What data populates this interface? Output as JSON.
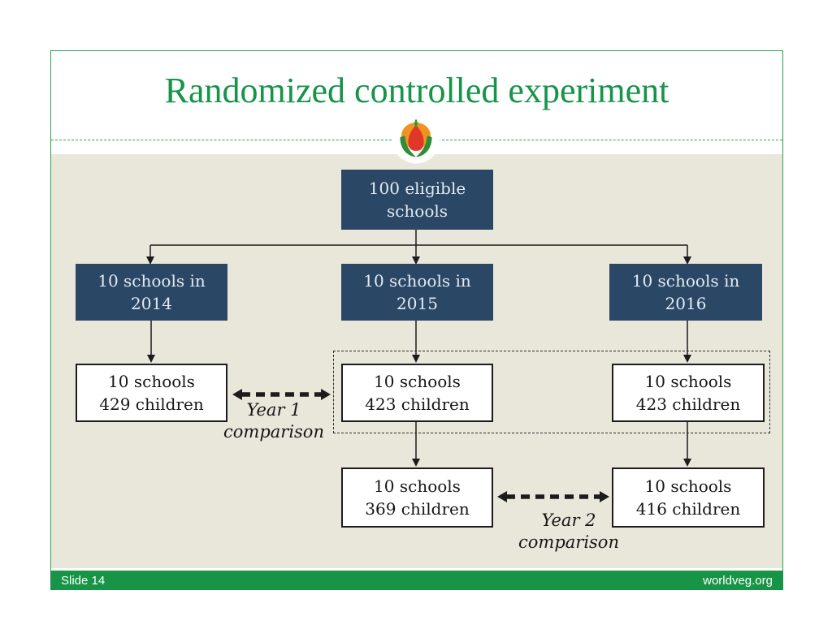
{
  "slide": {
    "title": "Randomized controlled experiment",
    "slide_number": "Slide 14",
    "website": "worldveg.org"
  },
  "logo": {
    "name": "worldveg-flower-logo"
  },
  "colors": {
    "brand_green": "#189447",
    "border_green": "#2aa254",
    "title_green": "#169449",
    "navy_box": "#2a4765",
    "content_beige": "#e9e6da",
    "logo_orange": "#f0941f",
    "logo_red": "#e1372b",
    "logo_green": "#2f8d3a"
  },
  "flowchart": {
    "root": {
      "line1": "100 eligible",
      "line2": "schools"
    },
    "year_boxes": [
      {
        "line1": "10 schools in",
        "line2": "2014"
      },
      {
        "line1": "10 schools in",
        "line2": "2015"
      },
      {
        "line1": "10 schools in",
        "line2": "2016"
      }
    ],
    "row1_boxes": [
      {
        "line1": "10 schools",
        "line2": "429 children"
      },
      {
        "line1": "10 schools",
        "line2": "423 children"
      },
      {
        "line1": "10 schools",
        "line2": "423 children"
      }
    ],
    "row2_boxes": [
      {
        "line1": "10 schools",
        "line2": "369 children"
      },
      {
        "line1": "10 schools",
        "line2": "416 children"
      }
    ],
    "labels": [
      {
        "line1": "Year 1",
        "line2": "comparison"
      },
      {
        "line1": "Year 2",
        "line2": "comparison"
      }
    ]
  }
}
